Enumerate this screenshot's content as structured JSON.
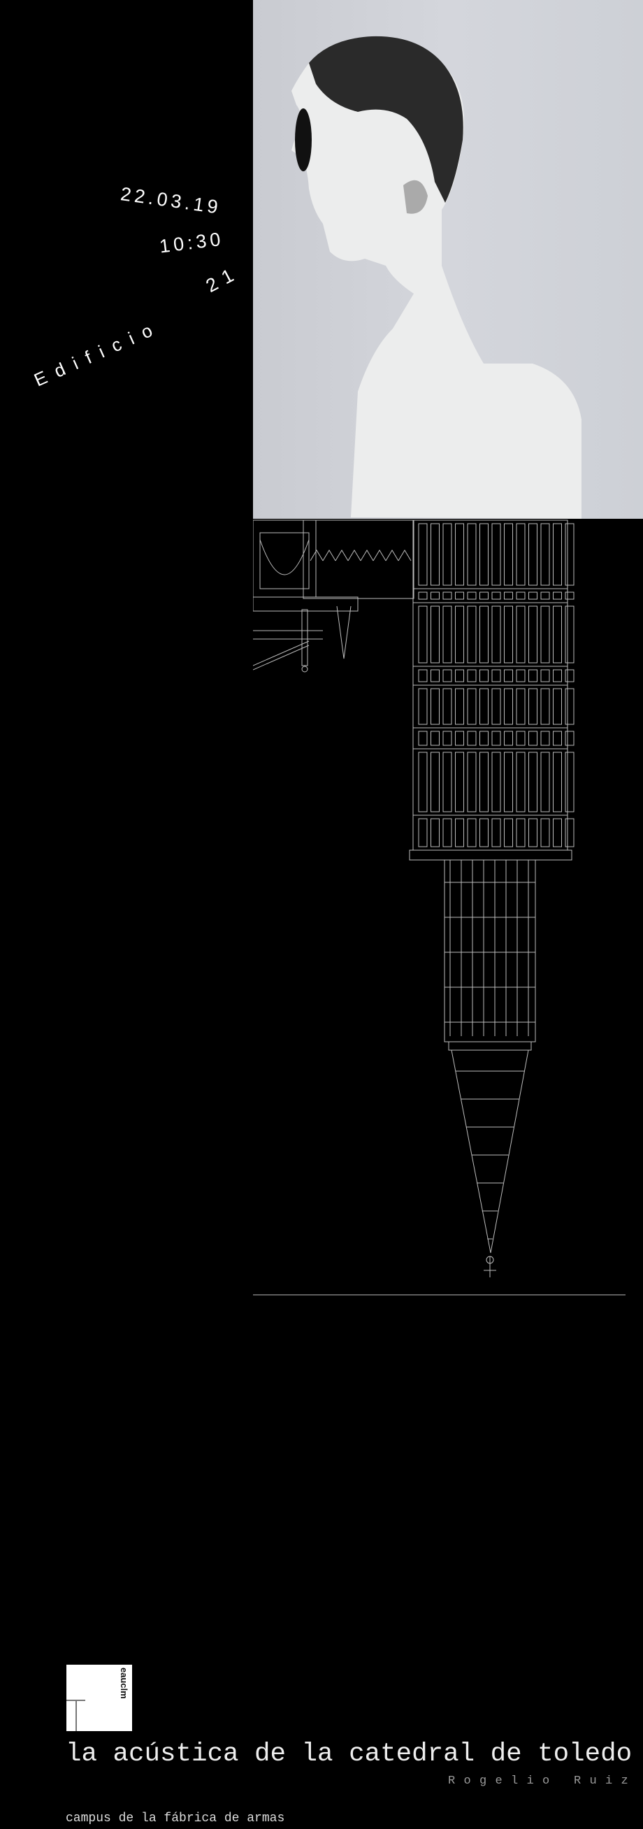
{
  "event": {
    "date": "22.03.19",
    "time": "10:30",
    "building_number": "21",
    "building_label": "Edificio"
  },
  "logo": {
    "text": "eauclm"
  },
  "title": "la acústica de la catedral de toledo",
  "author": "Rogelio Ruiz",
  "venue": "campus de la fábrica de armas",
  "colors": {
    "background": "#000000",
    "text": "#ffffff",
    "author": "#9a9a9a",
    "photo_bg": "#d0d2d8"
  }
}
